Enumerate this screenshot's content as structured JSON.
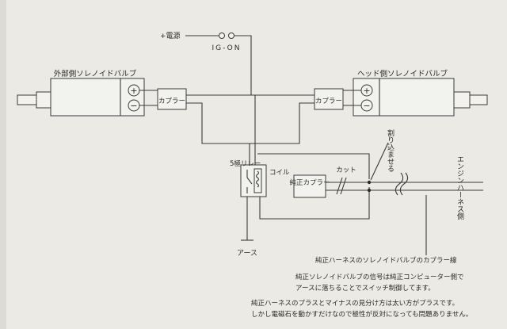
{
  "labels": {
    "power": "+電源",
    "ig_on": "IG-ON",
    "left_valve": "外部側ソレノイドバルブ",
    "right_valve": "ヘッド側ソレノイドバルブ",
    "coupler_left": "カプラー",
    "coupler_right": "カプラー",
    "relay": "5極リレー",
    "coil": "コイル",
    "genuine_coupler": "純正カプラー",
    "cut": "カット",
    "splice": "割り込ませる",
    "engine_harness": "エンジンハーネス側",
    "earth": "アース",
    "plus_symbol": "+",
    "minus_symbol": "−"
  },
  "notes": {
    "harness_line": "純正ハーネスのソレノイドバルブのカプラー線",
    "signal_line1": "純正ソレノイドバルブの信号は純正コンピューター側で",
    "signal_line2": "アースに落ちることでスイッチ制御してます。",
    "polarity_line1": "純正ハーネスのプラスとマイナスの見分け方は太い方がプラスです。",
    "polarity_line2": "しかし電磁石を動かすだけなので極性が反対になっても問題ありません。"
  }
}
